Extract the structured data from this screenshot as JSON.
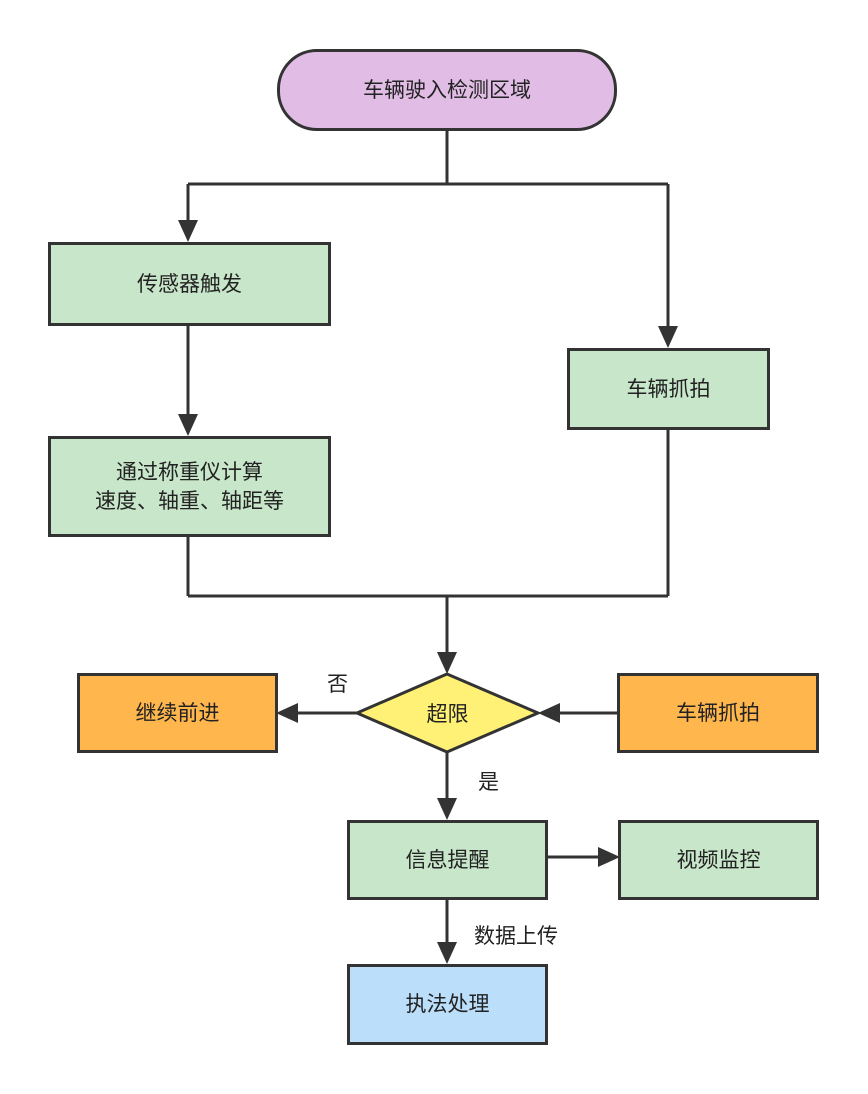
{
  "colors": {
    "start": "#e1bde6",
    "process": "#c8e6c9",
    "warning": "#ffb74d",
    "decision": "#fff176",
    "end": "#bbdefb",
    "stroke": "#333333"
  },
  "nodes": {
    "start": "车辆驶入检测区域",
    "sensor": "传感器触发",
    "weigh_line1": "通过称重仪计算",
    "weigh_line2": "速度、轴重、轴距等",
    "capture_top": "车辆抓拍",
    "decision": "超限",
    "continue": "继续前进",
    "capture_right": "车辆抓拍",
    "alert": "信息提醒",
    "video": "视频监控",
    "enforce": "执法处理"
  },
  "edge_labels": {
    "no": "否",
    "yes": "是",
    "upload": "数据上传"
  }
}
